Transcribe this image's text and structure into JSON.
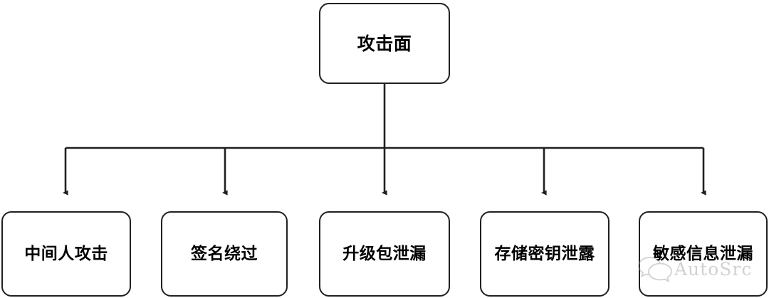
{
  "diagram": {
    "type": "tree",
    "title": "攻击面",
    "root": {
      "id": "root",
      "label": "攻击面"
    },
    "children": [
      {
        "id": "leaf-0",
        "label": "中间人攻击"
      },
      {
        "id": "leaf-1",
        "label": "签名绕过"
      },
      {
        "id": "leaf-2",
        "label": "升级包泄漏"
      },
      {
        "id": "leaf-3",
        "label": "存储密钥泄露"
      },
      {
        "id": "leaf-4",
        "label": "敏感信息泄漏"
      }
    ],
    "colors": {
      "background": "#ffffff",
      "node_fill": "#ffffff",
      "node_border": "#231f20",
      "text": "#000000",
      "connector": "#231f20",
      "watermark": "#9a9a9a"
    }
  },
  "watermark": {
    "text": "AutoSrc",
    "logo": "speech-bubbles-icon"
  }
}
